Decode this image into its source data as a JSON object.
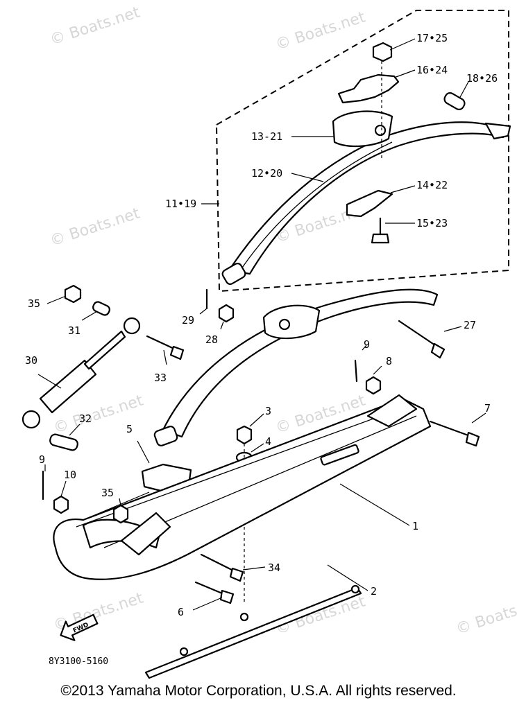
{
  "watermarks": [
    "© Boats.net",
    "© Boats.net",
    "© Boats.net",
    "© Boats.net",
    "© Boats.net",
    "© Boats.net",
    "© Boats.net",
    "© Boats.net",
    "© Boats.net"
  ],
  "callouts": {
    "c17_25": "17•25",
    "c16_24": "16•24",
    "c18_26": "18•26",
    "c13_21": "13-21",
    "c12_20": "12•20",
    "c14_22": "14•22",
    "c11_19": "11•19",
    "c15_23": "15•23",
    "c35a": "35",
    "c31": "31",
    "c29": "29",
    "c28": "28",
    "c27": "27",
    "c30": "30",
    "c33": "33",
    "c9a": "9",
    "c8": "8",
    "c7": "7",
    "c32": "32",
    "c3": "3",
    "c4": "4",
    "c5": "5",
    "c9b": "9",
    "c10": "10",
    "c35b": "35",
    "c1": "1",
    "c34": "34",
    "c2": "2",
    "c6": "6"
  },
  "fwd_label": "FWD",
  "part_number": "8Y3100-5160",
  "copyright": "©2013 Yamaha Motor Corporation, U.S.A. All rights reserved."
}
